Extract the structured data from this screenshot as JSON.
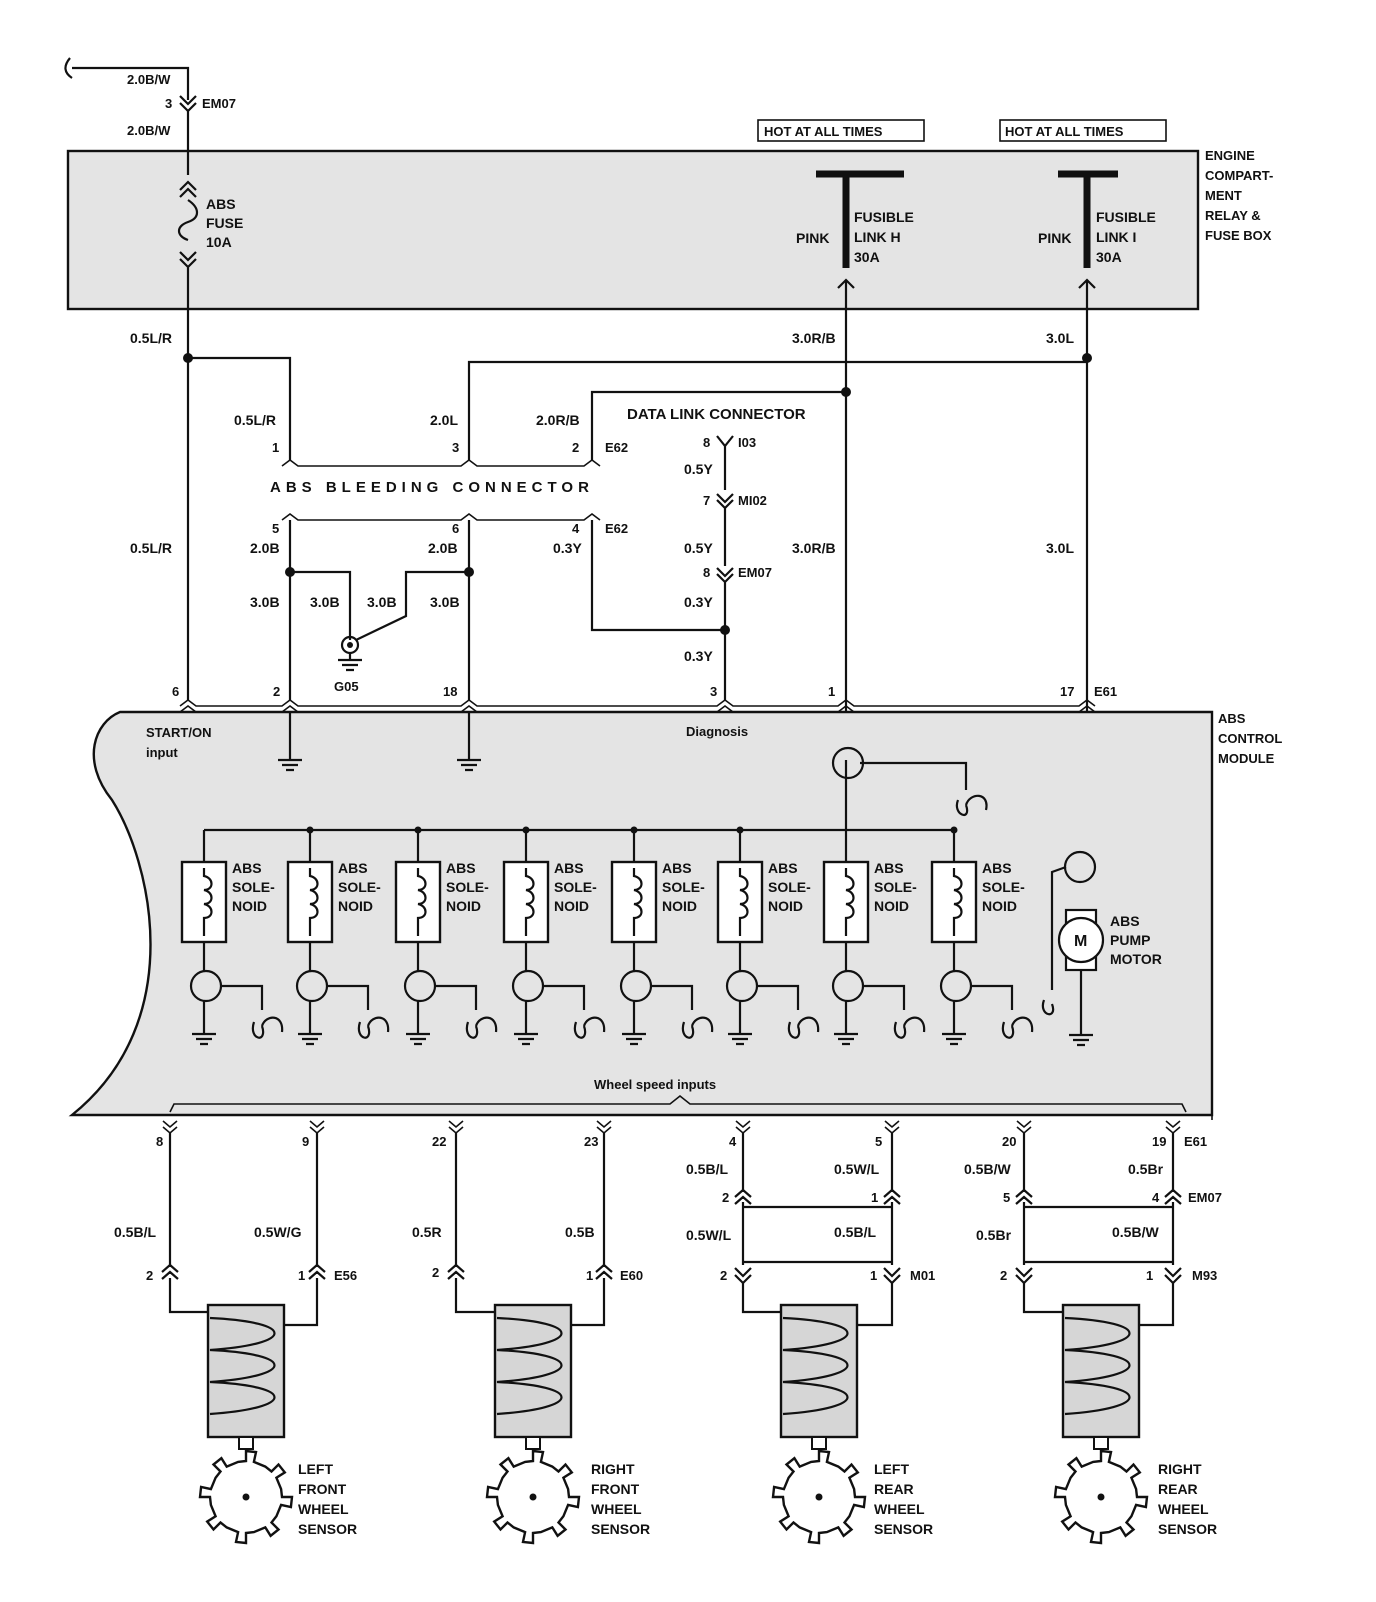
{
  "top": {
    "feed_wire_top": "2.0B/W",
    "feed_pin": "3",
    "feed_connector": "EM07",
    "feed_wire_bottom": "2.0B/W",
    "hot_h": "HOT AT ALL TIMES",
    "hot_i": "HOT AT ALL TIMES"
  },
  "fuse_box": {
    "name_lines": [
      "ENGINE",
      "COMPART-",
      "MENT",
      "RELAY &",
      "FUSE BOX"
    ],
    "abs_fuse_lines": [
      "ABS",
      "FUSE",
      "10A"
    ],
    "link_h_lines": [
      "FUSIBLE",
      "LINK H",
      "30A"
    ],
    "link_i_lines": [
      "FUSIBLE",
      "LINK I",
      "30A"
    ],
    "pink_h": "PINK",
    "pink_i": "PINK"
  },
  "wires": {
    "w_05lr_a": "0.5L/R",
    "w_05lr_b": "0.5L/R",
    "w_05lr_c": "0.5L/R",
    "w_30rb_a": "3.0R/B",
    "w_30rb_b": "3.0R/B",
    "w_30l_a": "3.0L",
    "w_30l_b": "3.0L",
    "w_20l": "2.0L",
    "w_20rb": "2.0R/B",
    "w_20b_a": "2.0B",
    "w_20b_b": "2.0B",
    "w_30b_1": "3.0B",
    "w_30b_2": "3.0B",
    "w_30b_3": "3.0B",
    "w_30b_4": "3.0B",
    "w_03y_a": "0.3Y",
    "w_03y_b": "0.3Y",
    "w_03y_c": "0.3Y",
    "w_05y_a": "0.5Y",
    "w_05y_b": "0.5Y"
  },
  "bleeding": {
    "title": "ABS BLEEDING CONNECTOR",
    "pin1": "1",
    "pin3": "3",
    "pin2": "2",
    "pin5": "5",
    "pin6": "6",
    "pin4": "4",
    "conn_top": "E62",
    "conn_bot": "E62"
  },
  "ground": {
    "label": "G05"
  },
  "dlc": {
    "title": "DATA LINK CONNECTOR",
    "pin8": "8",
    "conn_i03": "I03",
    "pin7": "7",
    "conn_mi02": "MI02",
    "pin8b": "8",
    "conn_em07": "EM07"
  },
  "module": {
    "name_lines": [
      "ABS",
      "CONTROL",
      "MODULE"
    ],
    "start_on_lines": [
      "START/ON",
      "input"
    ],
    "diagnosis": "Diagnosis",
    "wheel_speed": "Wheel speed inputs",
    "top_pins": [
      "6",
      "2",
      "18",
      "3",
      "1",
      "17"
    ],
    "top_conn": "E61",
    "solenoid_label_lines": [
      "ABS",
      "SOLE-",
      "NOID"
    ],
    "pump_lines": [
      "ABS",
      "PUMP",
      "MOTOR"
    ],
    "motor_symbol": "M",
    "bottom_pins": [
      "8",
      "9",
      "22",
      "23",
      "4",
      "5",
      "20",
      "19"
    ],
    "bottom_conn": "E61"
  },
  "sensor_wiring": {
    "rear_upper_wires": [
      "0.5B/L",
      "0.5W/L",
      "0.5B/W",
      "0.5Br"
    ],
    "em07_pins": [
      "2",
      "1",
      "5",
      "4"
    ],
    "em07_conn": "EM07",
    "rear_lower_wires": [
      "0.5W/L",
      "0.5B/L",
      "0.5Br",
      "0.5B/W"
    ],
    "front_wires": [
      "0.5B/L",
      "0.5W/G",
      "0.5R",
      "0.5B"
    ],
    "sensor_pins": [
      "2",
      "1",
      "2",
      "1",
      "2",
      "1",
      "2",
      "1"
    ],
    "sensor_conns": [
      "E56",
      "E60",
      "M01",
      "M93"
    ]
  },
  "sensors": [
    {
      "lines": [
        "LEFT",
        "FRONT",
        "WHEEL",
        "SENSOR"
      ]
    },
    {
      "lines": [
        "RIGHT",
        "FRONT",
        "WHEEL",
        "SENSOR"
      ]
    },
    {
      "lines": [
        "LEFT",
        "REAR",
        "WHEEL",
        "SENSOR"
      ]
    },
    {
      "lines": [
        "RIGHT",
        "REAR",
        "WHEEL",
        "SENSOR"
      ]
    }
  ]
}
